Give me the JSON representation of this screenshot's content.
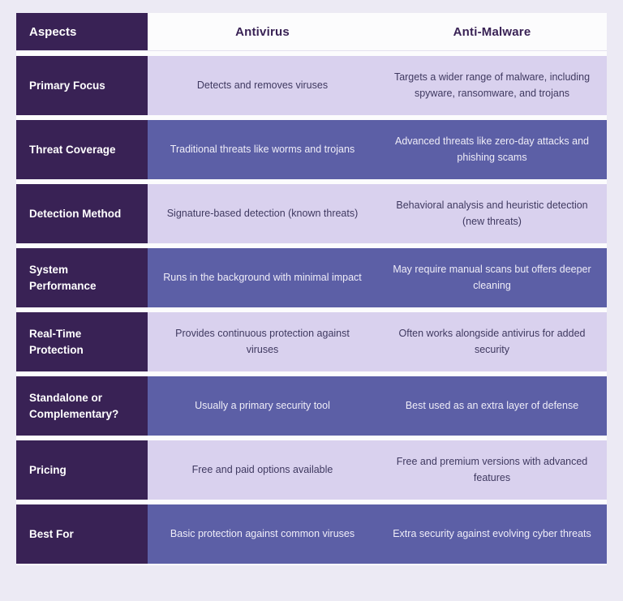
{
  "colors": {
    "page_bg": "#ECEAF4",
    "gap_bg": "#FCFCFD",
    "header_dark": "#392255",
    "row_light_bg": "#D9D1EE",
    "row_dark_bg": "#5C5FA6",
    "row_light_text": "#3F3960",
    "row_dark_text": "#EFEDF8"
  },
  "chart_data": {
    "type": "table",
    "title": "Antivirus vs Anti-Malware comparison table",
    "header": {
      "aspects": "Aspects",
      "antivirus": "Antivirus",
      "antimalware": "Anti-Malware"
    },
    "rows": [
      {
        "aspect": "Primary Focus",
        "antivirus": "Detects and removes viruses",
        "antimalware": "Targets a wider range of malware, including spyware, ransomware, and trojans",
        "variant": "light"
      },
      {
        "aspect": "Threat Coverage",
        "antivirus": "Traditional threats like worms and trojans",
        "antimalware": "Advanced threats like zero-day attacks and phishing scams",
        "variant": "dark"
      },
      {
        "aspect": "Detection Method",
        "antivirus": "Signature-based detection (known threats)",
        "antimalware": "Behavioral analysis and heuristic detection (new threats)",
        "variant": "light"
      },
      {
        "aspect": "System Performance",
        "antivirus": "Runs in the background with minimal impact",
        "antimalware": "May require manual scans but offers deeper cleaning",
        "variant": "dark"
      },
      {
        "aspect": "Real-Time Protection",
        "antivirus": "Provides continuous protection against viruses",
        "antimalware": "Often works alongside antivirus for added security",
        "variant": "light"
      },
      {
        "aspect": "Standalone or Complementary?",
        "antivirus": "Usually a primary security tool",
        "antimalware": "Best used as an extra layer of defense",
        "variant": "dark"
      },
      {
        "aspect": "Pricing",
        "antivirus": "Free and paid options available",
        "antimalware": "Free and premium versions with advanced features",
        "variant": "light"
      },
      {
        "aspect": "Best For",
        "antivirus": "Basic protection against common viruses",
        "antimalware": "Extra security against evolving cyber threats",
        "variant": "dark"
      }
    ]
  }
}
